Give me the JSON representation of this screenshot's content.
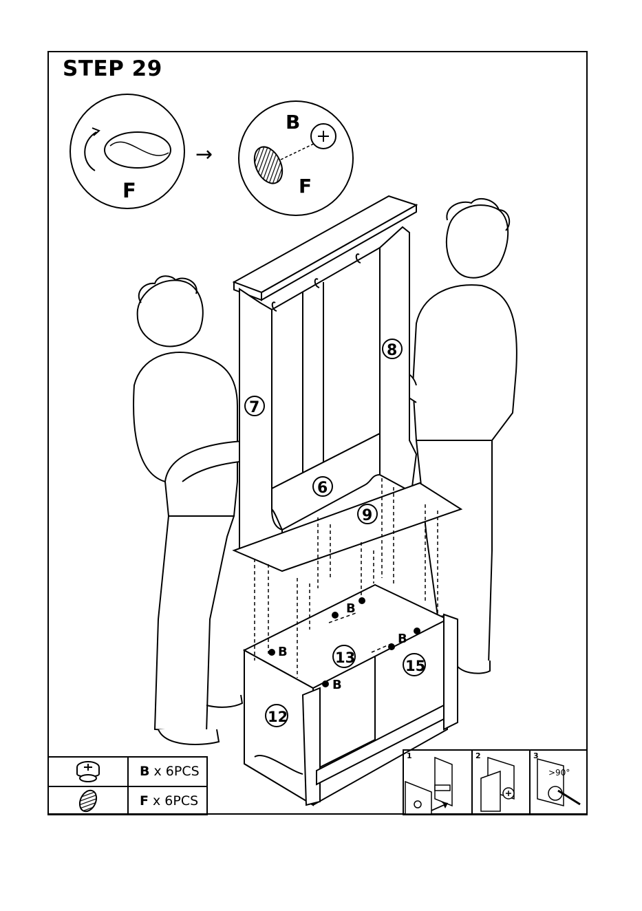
{
  "step": {
    "title": "STEP 29"
  },
  "callouts": {
    "detail1_label": "F",
    "detail2_label_top": "B",
    "detail2_label_bottom": "F",
    "arrow": "→"
  },
  "part_numbers": {
    "p6": "6",
    "p7": "7",
    "p8": "8",
    "p9": "9",
    "p12": "12",
    "p13": "13",
    "p15": "15"
  },
  "hardware_labels": [
    "B",
    "B",
    "B",
    "B"
  ],
  "parts_list": [
    {
      "letter": "B",
      "qty": " x 6PCS",
      "icon": "cam-lock-icon"
    },
    {
      "letter": "F",
      "qty": " x 6PCS",
      "icon": "cover-cap-icon"
    }
  ],
  "cam_steps": {
    "step1": "1",
    "step2": "2",
    "step3": "3",
    "angle": ">90°"
  }
}
